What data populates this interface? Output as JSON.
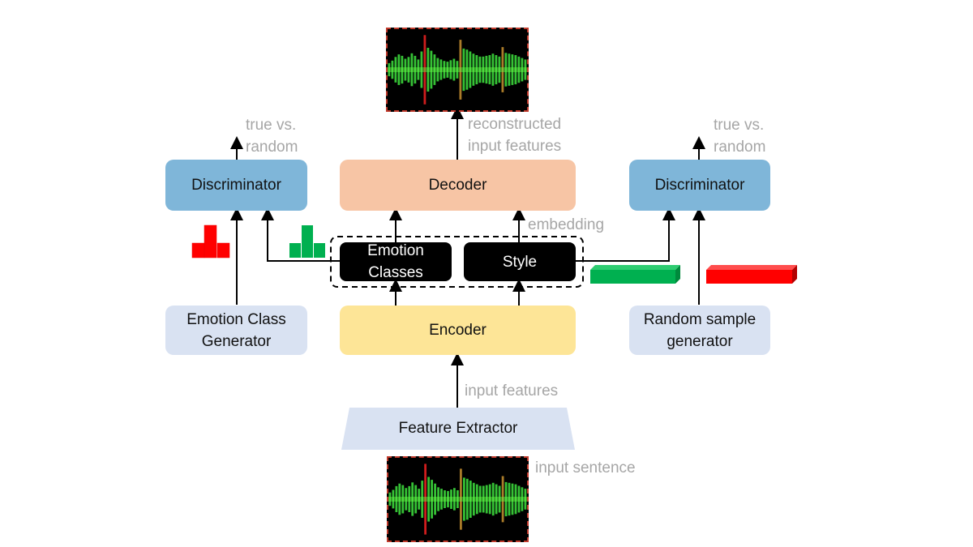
{
  "diagram": {
    "nodes": {
      "discriminator_left": "Discriminator",
      "discriminator_right": "Discriminator",
      "decoder": "Decoder",
      "encoder": "Encoder",
      "emotion_classes": [
        "Emotion",
        "Classes"
      ],
      "style": "Style",
      "emotion_class_generator": [
        "Emotion Class",
        "Generator"
      ],
      "random_sample_generator": [
        "Random sample",
        "generator"
      ],
      "feature_extractor": "Feature Extractor"
    },
    "labels": {
      "true_vs_random_left": [
        "true vs.",
        "random"
      ],
      "true_vs_random_right": [
        "true vs.",
        "random"
      ],
      "reconstructed": [
        "reconstructed",
        "input features"
      ],
      "embedding": "embedding",
      "input_features": "input features",
      "input_sentence": "input sentence"
    },
    "colors": {
      "discriminator": "#7fb6d9",
      "decoder": "#f7c5a5",
      "encoder": "#fde597",
      "generator": "#d9e2f2",
      "real_sample": "#00b050",
      "fake_sample": "#ff0000",
      "muted_text": "#a6a6a6"
    },
    "icons": {
      "histogram_red": "red-histogram-icon",
      "histogram_green": "green-histogram-icon",
      "bar_green": "green-vector-icon",
      "bar_red": "red-vector-icon",
      "spectrogram": "audio-waveform-icon"
    }
  }
}
